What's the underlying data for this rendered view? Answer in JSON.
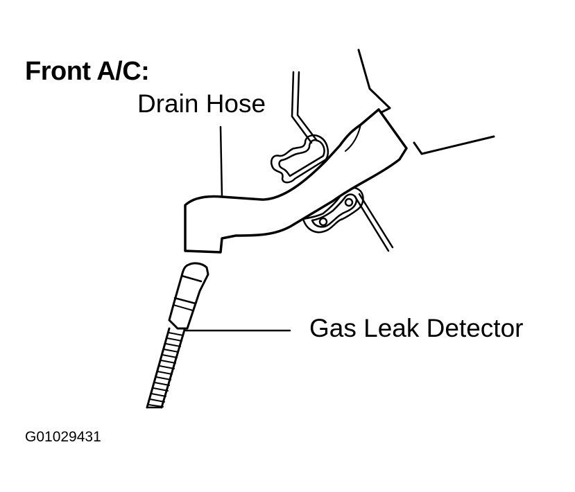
{
  "diagram": {
    "title": "Front A/C:",
    "labels": {
      "drain_hose": "Drain Hose",
      "gas_leak_detector": "Gas Leak Detector"
    },
    "figure_id": "G01029431",
    "colors": {
      "ink": "#000000",
      "paper": "#ffffff"
    }
  }
}
